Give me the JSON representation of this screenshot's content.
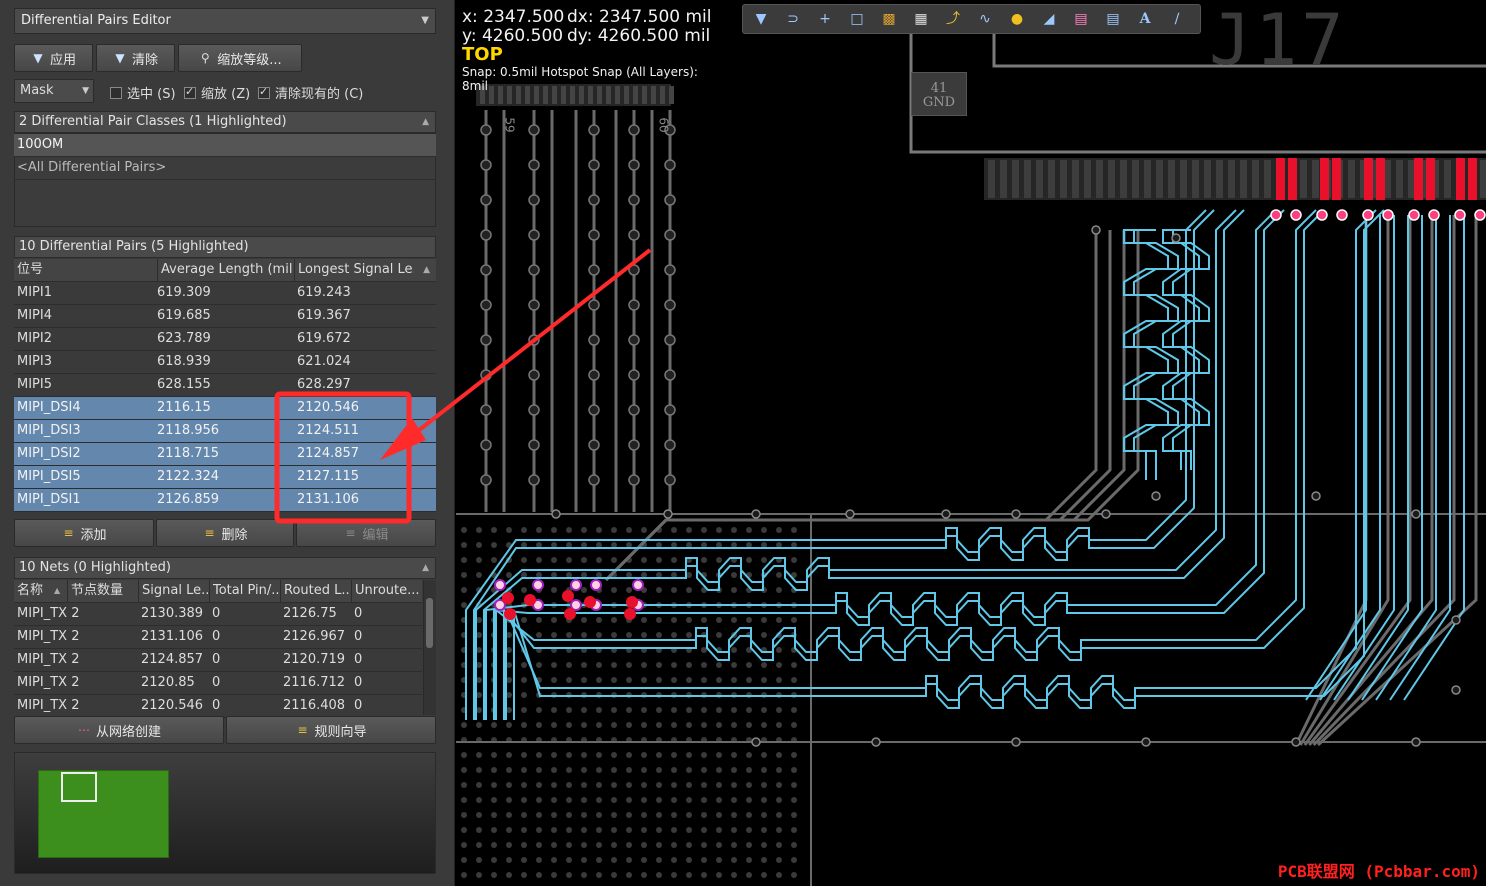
{
  "editor": {
    "title": "Differential Pairs Editor",
    "apply": "应用",
    "clear": "清除",
    "zoom_level": "缩放等级...",
    "mask": "Mask",
    "select": "选中 (S)",
    "zoom": "缩放 (Z)",
    "clear_existing": "清除现有的 (C)"
  },
  "classes": {
    "header": "2 Differential Pair Classes (1 Highlighted)",
    "items": [
      "100OM",
      "<All Differential Pairs>"
    ]
  },
  "pairs": {
    "header": "10 Differential Pairs (5 Highlighted)",
    "columns": [
      "位号",
      "Average Length (mil)",
      "Longest Signal Le..."
    ],
    "rows": [
      {
        "name": "MIPI1",
        "avg": "619.309",
        "longest": "619.243"
      },
      {
        "name": "MIPI4",
        "avg": "619.685",
        "longest": "619.367"
      },
      {
        "name": "MIPI2",
        "avg": "623.789",
        "longest": "619.672"
      },
      {
        "name": "MIPI3",
        "avg": "618.939",
        "longest": "621.024"
      },
      {
        "name": "MIPI5",
        "avg": "628.155",
        "longest": "628.297"
      },
      {
        "name": "MIPI_DSI4",
        "avg": "2116.15",
        "longest": "2120.546"
      },
      {
        "name": "MIPI_DSI3",
        "avg": "2118.956",
        "longest": "2124.511"
      },
      {
        "name": "MIPI_DSI2",
        "avg": "2118.715",
        "longest": "2124.857"
      },
      {
        "name": "MIPI_DSI5",
        "avg": "2122.324",
        "longest": "2127.115"
      },
      {
        "name": "MIPI_DSI1",
        "avg": "2126.859",
        "longest": "2131.106"
      }
    ],
    "add": "添加",
    "delete": "删除",
    "edit": "编辑"
  },
  "nets": {
    "header": "10 Nets (0 Highlighted)",
    "columns": [
      "名称",
      "节点数量",
      "Signal Le...",
      "Total Pin/...",
      "Routed L...",
      "Unroute..."
    ],
    "rows": [
      [
        "MIPI_TX 2",
        "2130.389",
        "0",
        "2126.75",
        "0"
      ],
      [
        "MIPI_TX 2",
        "2131.106",
        "0",
        "2126.967",
        "0"
      ],
      [
        "MIPI_TX 2",
        "2124.857",
        "0",
        "2120.719",
        "0"
      ],
      [
        "MIPI_TX 2",
        "2120.85",
        "0",
        "2116.712",
        "0"
      ],
      [
        "MIPI_TX 2",
        "2120.546",
        "0",
        "2116.408",
        "0"
      ]
    ],
    "create_from_nets": "从网络创建",
    "rules_wizard": "规则向导"
  },
  "coords": {
    "x": "x:  2347.500",
    "dx": "dx:  2347.500 mil",
    "y": "y:  4260.500",
    "dy": "dy:  4260.500 mil",
    "layer": "TOP",
    "snap": "Snap: 0.5mil Hotspot Snap (All Layers): 8mil"
  },
  "pcb": {
    "designator": "J17",
    "pin_number": "41",
    "pin_net": "GND",
    "label_a": "59",
    "label_b": "60"
  },
  "watermark": "PCB联盟网 (Pcbbar.com)",
  "colors": {
    "trace": "#5fc8e8",
    "highlight_row": "#6487ad",
    "annotation": "#ff2a2a",
    "pad": "#e8102a",
    "layer_label": "#ffd700"
  }
}
